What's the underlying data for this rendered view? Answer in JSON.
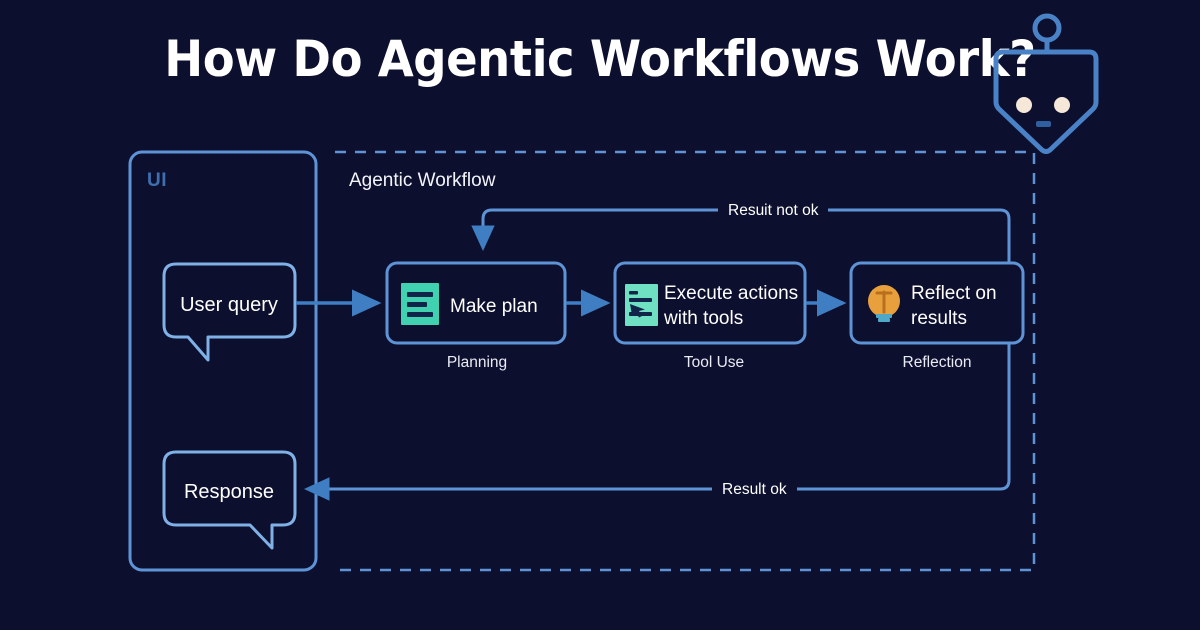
{
  "page": {
    "title": "How Do Agentic Workflows Work?",
    "background_color": "#0d0f2e"
  },
  "colors": {
    "background": "#0d0f2e",
    "line_blue": "#4a82c8",
    "arrow_blue": "#3f7ec2",
    "panel_blue": "#5e94d6",
    "ui_label_blue": "#3f6fb0",
    "icon_teal": "#3fd1b0",
    "icon_orange": "#e8a03c",
    "text_white": "#ffffff"
  },
  "robot": {
    "icon_name": "robot-head-icon",
    "eye_color": "#f5e8d8",
    "outline_color": "#4a82c8"
  },
  "ui_panel": {
    "label": "UI",
    "bubbles": [
      {
        "name": "user-query-bubble",
        "text": "User query",
        "tail": "bottom-left"
      },
      {
        "name": "response-bubble",
        "text": "Response",
        "tail": "bottom-right"
      }
    ]
  },
  "workflow_panel": {
    "label": "Agentic Workflow",
    "border_style": "dashed",
    "nodes": [
      {
        "id": "planning",
        "text": "Make plan",
        "caption": "Planning",
        "icon": "document-lines-icon",
        "icon_color": "#3fd1b0"
      },
      {
        "id": "tool-use",
        "text": "Execute actions\nwith tools",
        "text_line1": "Execute actions",
        "text_line2": "with tools",
        "caption": "Tool Use",
        "icon": "cursor-click-icon",
        "icon_color": "#3fd1b0"
      },
      {
        "id": "reflection",
        "text": "Reflect on\nresults",
        "text_line1": "Reflect on",
        "text_line2": "results",
        "caption": "Reflection",
        "icon": "lightbulb-icon",
        "icon_color": "#e8a03c"
      }
    ],
    "loops": [
      {
        "id": "retry-loop",
        "label": "Resuit not ok",
        "from": "reflection",
        "to": "planning"
      },
      {
        "id": "done-loop",
        "label": "Result ok",
        "from": "reflection",
        "to": "response"
      }
    ]
  },
  "connectors": [
    {
      "name": "user-query-to-make-plan",
      "direction": "right"
    },
    {
      "name": "make-plan-to-execute-actions",
      "direction": "right"
    },
    {
      "name": "execute-actions-to-reflect",
      "direction": "right"
    },
    {
      "name": "reflect-to-make-plan",
      "direction": "left-down"
    },
    {
      "name": "reflect-to-response",
      "direction": "down-left"
    }
  ]
}
